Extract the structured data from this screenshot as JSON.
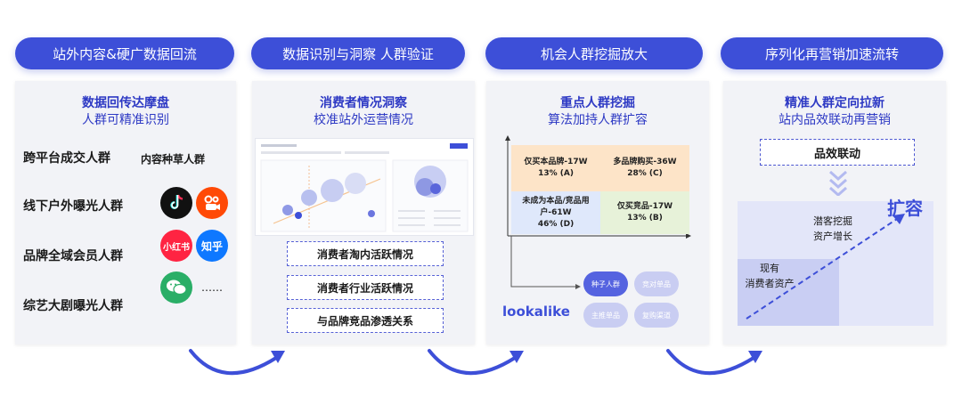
{
  "stages": [
    {
      "label": "站外内容&硬广数据回流"
    },
    {
      "label": "数据识别与洞察 人群验证"
    },
    {
      "label": "机会人群挖掘放大"
    },
    {
      "label": "序列化再营销加速流转"
    }
  ],
  "panel1": {
    "title": "数据回传达摩盘",
    "subtitle": "人群可精准识别",
    "rows": [
      "跨平台成交人群",
      "线下户外曝光人群",
      "品牌全域会员人群",
      "综艺大剧曝光人群"
    ],
    "side_label": "内容种草人群",
    "apps": [
      {
        "name": "douyin-icon",
        "text": "",
        "color": "#111111"
      },
      {
        "name": "kuaishou-icon",
        "text": "",
        "color": "#ff4906"
      },
      {
        "name": "xiaohongshu-icon",
        "text": "小红书",
        "color": "#ff2442"
      },
      {
        "name": "zhihu-icon",
        "text": "知乎",
        "color": "#0e78ff"
      },
      {
        "name": "wechat-icon",
        "text": "",
        "color": "#2aae67"
      }
    ],
    "more": "……"
  },
  "panel2": {
    "title": "消费者情况洞察",
    "subtitle": "校准站外运营情况",
    "buttons": [
      "消费者淘内活跃情况",
      "消费者行业活跃情况",
      "与品牌竞品渗透关系"
    ]
  },
  "panel3": {
    "title": "重点人群挖掘",
    "subtitle": "算法加持人群扩容",
    "quadrants": [
      {
        "line1": "仅买本品牌-17W",
        "line2": "13% (A)",
        "color": "#fde4c8"
      },
      {
        "line1": "多品牌购买-36W",
        "line2": "28% (C)",
        "color": "#fde4c8"
      },
      {
        "line1": "未成为本品/竞品用户-61W",
        "line2": "46% (D)",
        "color": "#dfe8fb"
      },
      {
        "line1": "仅买竞品-17W",
        "line2": "13% (B)",
        "color": "#e7f2d9"
      }
    ],
    "lookalike": "lookalike",
    "bubbles": [
      "种子人群",
      "竞对单品",
      "主推单品",
      "复购渠道"
    ]
  },
  "panel4": {
    "title": "精准人群定向拉新",
    "subtitle": "站内品效联动再营销",
    "button": "品效联动",
    "expand": "扩容",
    "potential": [
      "潜客挖掘",
      "资产增长"
    ],
    "existing": [
      "现有",
      "消费者资产"
    ]
  },
  "colors": {
    "accent": "#3d4fd8",
    "title": "#2d39c4"
  }
}
